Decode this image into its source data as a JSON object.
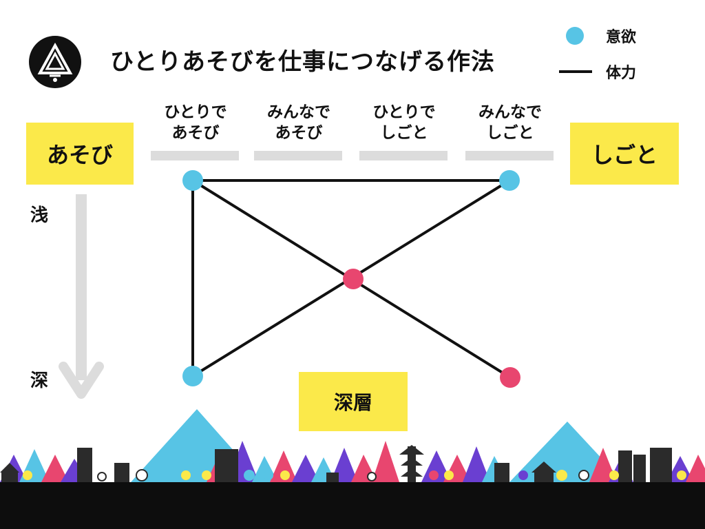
{
  "header": {
    "title": "ひとりあそびを仕事につなげる作法"
  },
  "legend": {
    "items": [
      {
        "label": "意欲",
        "symbol": "dot",
        "color": "#57c4e5"
      },
      {
        "label": "体力",
        "symbol": "line",
        "color": "#111111"
      }
    ]
  },
  "columns": [
    {
      "line1": "ひとりで",
      "line2": "あそび"
    },
    {
      "line1": "みんなで",
      "line2": "あそび"
    },
    {
      "line1": "ひとりで",
      "line2": "しごと"
    },
    {
      "line1": "みんなで",
      "line2": "しごと"
    }
  ],
  "boxes": {
    "left": "あそび",
    "right": "しごと",
    "depth": "深層"
  },
  "axis": {
    "shallow": "浅",
    "deep": "深"
  },
  "colors": {
    "accent_yellow": "#fbe94a",
    "node_blue": "#57c4e5",
    "node_pink": "#e8466f",
    "bar_gray": "#dcdcdc"
  },
  "diagram": {
    "nodes": [
      {
        "id": "a",
        "color": "blue"
      },
      {
        "id": "b",
        "color": "blue"
      },
      {
        "id": "c",
        "color": "pink"
      },
      {
        "id": "d",
        "color": "blue"
      },
      {
        "id": "e",
        "color": "pink"
      }
    ],
    "edges": [
      [
        "a",
        "b"
      ],
      [
        "a",
        "d"
      ],
      [
        "a",
        "e"
      ],
      [
        "b",
        "d"
      ]
    ]
  }
}
